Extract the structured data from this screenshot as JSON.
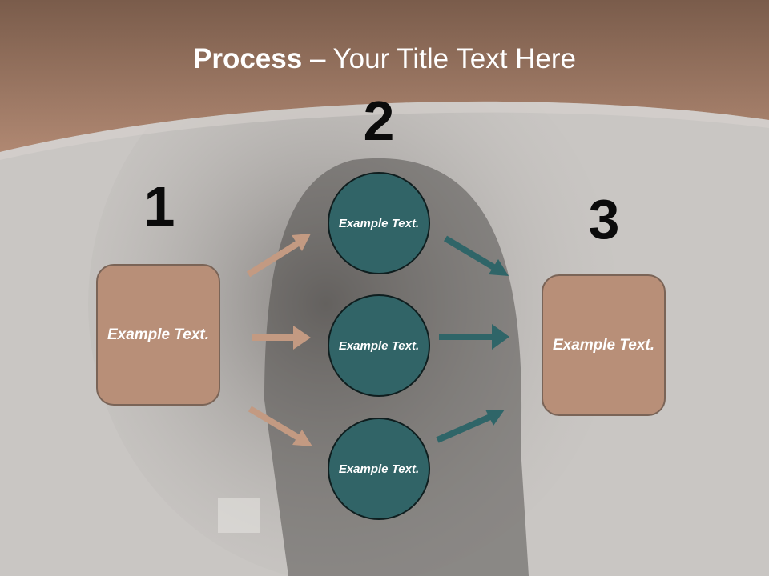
{
  "slide": {
    "title_bold": "Process",
    "title_rest": " – Your Title Text Here",
    "colors": {
      "header": "#8a6e5c",
      "box_fill": "#b88f78",
      "circle_fill": "#316467",
      "arrow_left": "#c39a82",
      "arrow_right": "#2f6568",
      "background": "#c9c6c3"
    }
  },
  "steps": {
    "one": "1",
    "two": "2",
    "three": "3"
  },
  "left_box": {
    "text": "Example Text."
  },
  "right_box": {
    "text": "Example Text."
  },
  "circles": [
    {
      "text": "Example Text."
    },
    {
      "text": "Example Text."
    },
    {
      "text": "Example Text."
    }
  ]
}
